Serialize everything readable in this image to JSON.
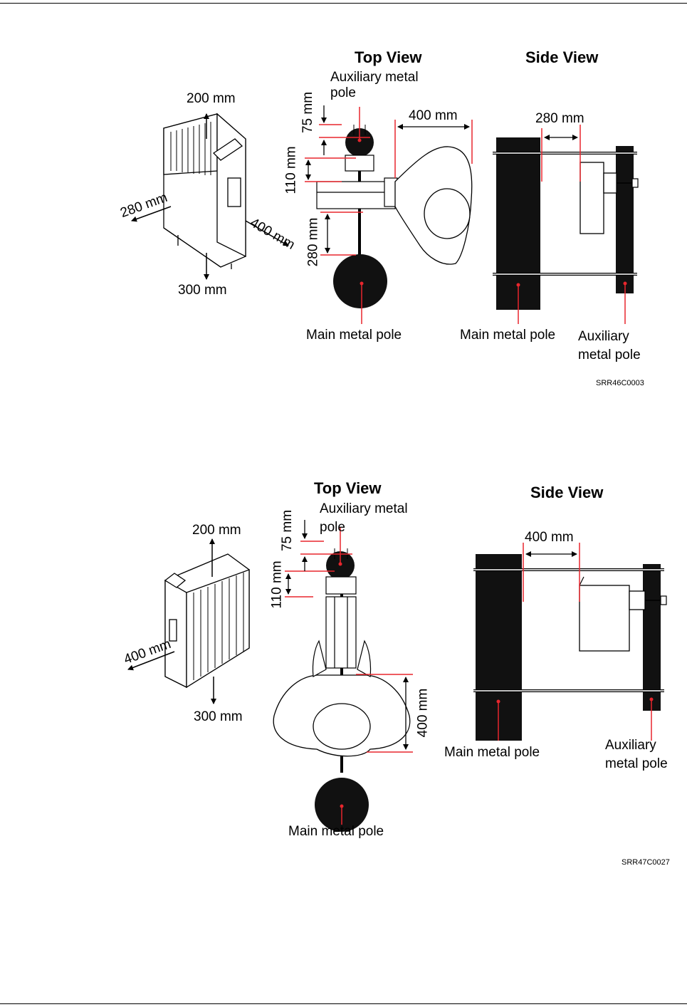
{
  "figure1": {
    "top_view_title": "Top View",
    "side_view_title": "Side View",
    "device_dims": {
      "top": "200 mm",
      "left": "280 mm",
      "right": "400 mm",
      "bottom": "300 mm"
    },
    "top_view": {
      "aux_pole_label": "Auxiliary metal\npole",
      "dim_75": "75 mm",
      "dim_110": "110 mm",
      "dim_280": "280 mm",
      "dim_400": "400 mm",
      "main_pole_label": "Main metal pole"
    },
    "side_view": {
      "dim": "280 mm",
      "main_pole_label": "Main metal pole",
      "aux_pole_label": "Auxiliary\nmetal pole"
    },
    "code": "SRR46C0003"
  },
  "figure2": {
    "top_view_title": "Top View",
    "side_view_title": "Side View",
    "device_dims": {
      "top": "200 mm",
      "left": "400 mm",
      "bottom": "300 mm"
    },
    "top_view": {
      "aux_pole_label": "Auxiliary metal\npole",
      "dim_75": "75 mm",
      "dim_110": "110 mm",
      "dim_400": "400 mm",
      "main_pole_label": "Main metal pole"
    },
    "side_view": {
      "dim": "400 mm",
      "main_pole_label": "Main metal pole",
      "aux_pole_label": "Auxiliary\nmetal pole"
    },
    "code": "SRR47C0027"
  },
  "colors": {
    "line": "#000000",
    "accent": "#e8262d",
    "pole": "#111111"
  }
}
